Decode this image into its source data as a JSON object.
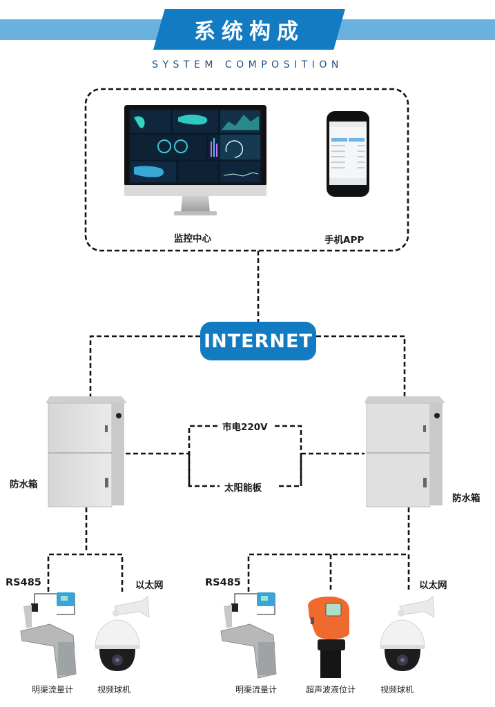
{
  "header": {
    "title": "系统构成",
    "subtitle": "SYSTEM COMPOSITION",
    "colors": {
      "bar": "#6bb1df",
      "tab": "#137bc2",
      "subtitle": "#1d4f80"
    }
  },
  "monitoring": {
    "center_label": "监控中心",
    "app_label": "手机APP"
  },
  "network": {
    "internet_label": "INTERNET",
    "accent_color": "#137bc2"
  },
  "power": {
    "mains_label": "市电220V",
    "solar_label": "太阳能板"
  },
  "stations": [
    {
      "box_label": "防水箱",
      "rs485_label": "RS485",
      "ethernet_label": "以太网",
      "devices": [
        {
          "name": "明渠流量计"
        },
        {
          "name": "视频球机"
        }
      ]
    },
    {
      "box_label": "防水箱",
      "rs485_label": "RS485",
      "ethernet_label": "以太网",
      "devices": [
        {
          "name": "明渠流量计"
        },
        {
          "name": "超声波液位计"
        },
        {
          "name": "视频球机"
        }
      ]
    }
  ]
}
